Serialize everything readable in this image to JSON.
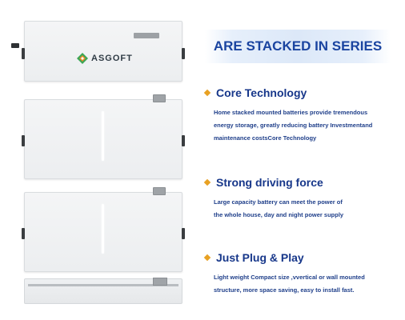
{
  "product": {
    "brand": "ASGOFT",
    "colors": {
      "unit_body": "#eceef0",
      "logo_green": "#3aa655",
      "logo_orange": "#e8892a"
    }
  },
  "banner": {
    "text": "ARE STACKED IN SERIES",
    "color": "#1a44a0"
  },
  "features": [
    {
      "title": "Core Technology",
      "lines": [
        "Home stacked mounted batteries provide tremendous",
        "energy storage, greatly reducing battery Investmentand",
        "maintenance costsCore Technology"
      ]
    },
    {
      "title": "Strong driving force",
      "lines": [
        "Large capacity battery can meet the power of",
        "the whole house, day and night power supply"
      ]
    },
    {
      "title": "Just Plug & Play",
      "lines": [
        "Light weight Compact size ,vvertical or wall mounted",
        "structure, more space saving, easy to install fast."
      ]
    }
  ],
  "accent_color": "#e8a123"
}
